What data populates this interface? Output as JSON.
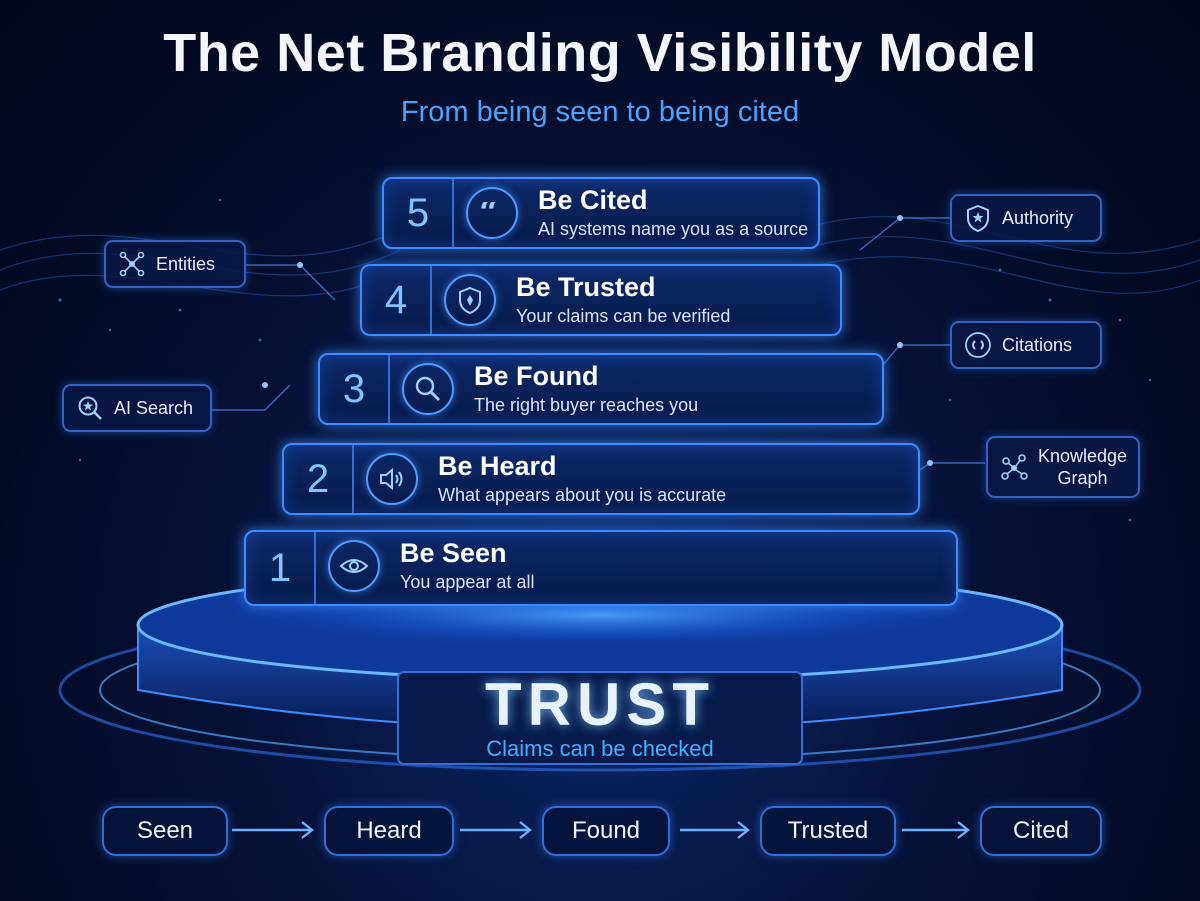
{
  "header": {
    "title": "The Net Branding Visibility Model",
    "subtitle": "From being seen to being cited"
  },
  "tiers": [
    {
      "number": "5",
      "title": "Be Cited",
      "description": "AI systems name you as a source",
      "icon": "quote-icon"
    },
    {
      "number": "4",
      "title": "Be Trusted",
      "description": "Your claims can be verified",
      "icon": "shield-icon"
    },
    {
      "number": "3",
      "title": "Be Found",
      "description": "The right buyer reaches you",
      "icon": "search-icon"
    },
    {
      "number": "2",
      "title": "Be Heard",
      "description": "What appears about you is accurate",
      "icon": "speaker-icon"
    },
    {
      "number": "1",
      "title": "Be Seen",
      "description": "You appear at all",
      "icon": "eye-icon"
    }
  ],
  "left_labels": [
    {
      "label": "Entities",
      "icon": "network-icon"
    },
    {
      "label": "AI Search",
      "icon": "search-star-icon"
    }
  ],
  "right_labels": [
    {
      "label": "Authority",
      "icon": "shield-star-icon"
    },
    {
      "label": "Citations",
      "icon": "link-icon"
    },
    {
      "label_line1": "Knowledge",
      "label_line2": "Graph",
      "icon": "graph-icon"
    }
  ],
  "base": {
    "title": "TRUST",
    "subtitle": "Claims can be checked"
  },
  "flow": [
    "Seen",
    "Heard",
    "Found",
    "Trusted",
    "Cited"
  ],
  "colors": {
    "accent": "#3b8dff",
    "subtitle": "#4aa3ff",
    "background": "#030a22"
  }
}
